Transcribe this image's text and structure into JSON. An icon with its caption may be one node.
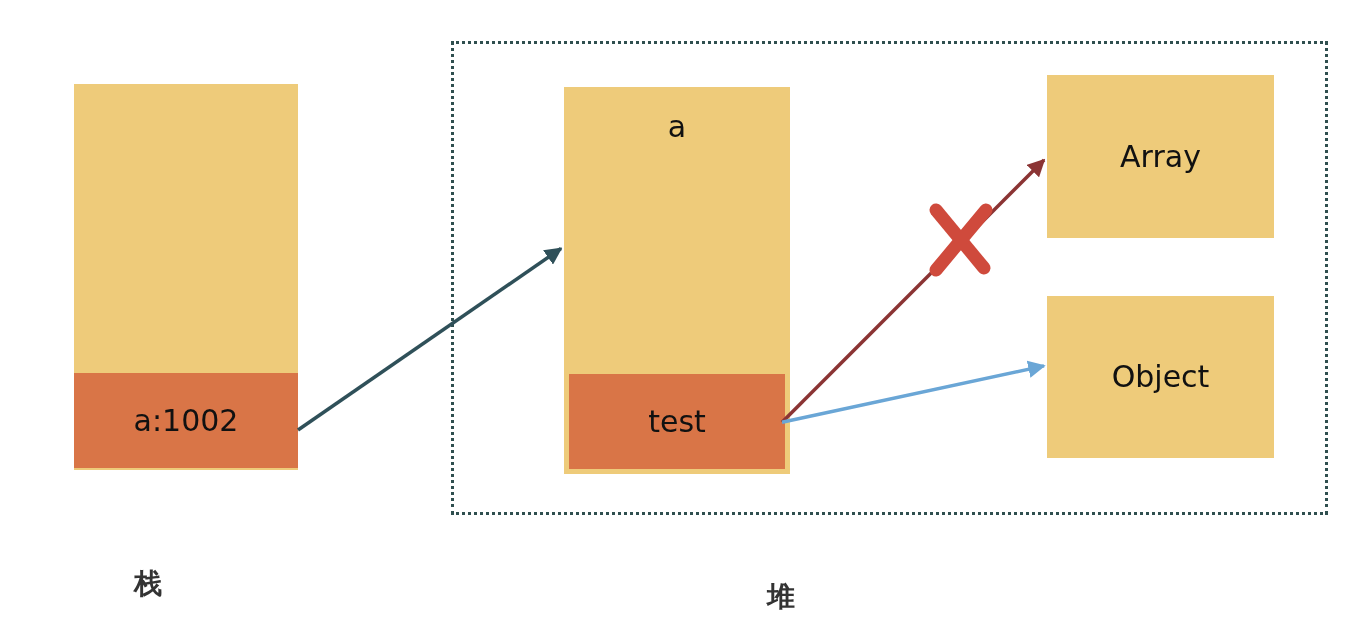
{
  "diagram": {
    "nodes": [
      {
        "text": [],
        "shape": "box",
        "beside": [
          "栈"
        ]
      },
      {
        "text": [
          "a:1002"
        ],
        "in": 0
      },
      {
        "text": [],
        "shape": "box",
        "beside": [
          "堆"
        ]
      },
      {
        "text": [
          "a"
        ],
        "in": 2
      },
      {
        "text": [
          "test"
        ],
        "in": 3
      },
      {
        "text": [
          "Array"
        ],
        "in": 2
      },
      {
        "text": [
          "Object"
        ],
        "in": 2
      }
    ],
    "edges": [
      {
        "from": 1,
        "to": 3,
        "arrow": "to",
        "color": "#2f5059"
      },
      {
        "from": 4,
        "to": 5,
        "arrow": "to",
        "color": "#8b3434"
      },
      {
        "from": 4,
        "to": 6,
        "arrow": "to",
        "color": "#6aa6d6"
      }
    ]
  }
}
